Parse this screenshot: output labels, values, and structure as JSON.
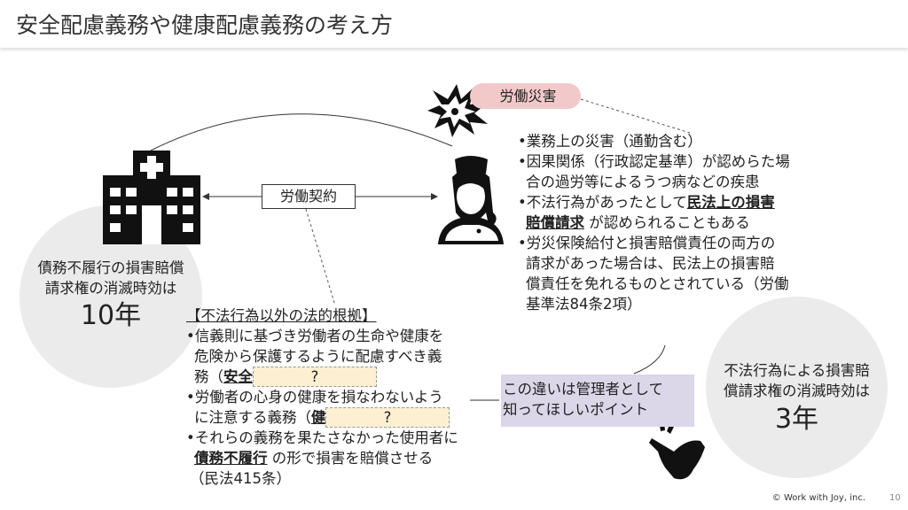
{
  "title": "安全配慮義務や健康配慮義務の考え方",
  "contract_label": "労働契約",
  "accident_label": "労働災害",
  "left_circle": {
    "line1": "債務不履行の損害賠償",
    "line2": "請求権の消滅時効は",
    "years": "10年"
  },
  "right_circle": {
    "line1": "不法行為による損害賠",
    "line2": "償請求権の消滅時効は",
    "years": "3年"
  },
  "accident_points": {
    "p1": "•業務上の災害（通勤含む）",
    "p2a": "•因果関係（行政認定基準）が認めらた場",
    "p2b": "合の過労等によるうつ病などの疾患",
    "p3a": "•不法行為があったとして",
    "p3u1": "民法上の損害",
    "p3u2": "賠償請求",
    "p3b": "が認められることもある",
    "p4a": "•労災保険給付と損害賠償責任の両方の",
    "p4b": "請求があった場合は、民法上の損害賠",
    "p4c": "償責任を免れるものとされている（労働",
    "p4d": "基準法84条2項）"
  },
  "legal_basis": {
    "heading": "【不法行為以外の法的根拠】",
    "b1a": "•信義則に基づき労働者の生命や健康を",
    "b1b": "危険から保護するように配慮すべき義",
    "b1c": "務（",
    "b1u": "安全",
    "blank1": "?",
    "b2a": "•労働者の心身の健康を損なわないよう",
    "b2b": "に注意する義務（",
    "b2u": "健康",
    "blank2": "?",
    "b3a": "•それらの義務を果たさなかった使用者に",
    "b3u": "債務不履行",
    "b3b": "の形で損害を賠償させる",
    "b3c": "（民法415条）"
  },
  "callout": {
    "line1": "この違いは管理者として",
    "line2": "知ってほしいポイント"
  },
  "footer": "© Work with Joy, inc.",
  "page_number": "10",
  "colors": {
    "accident_pill": "#f2c9c9",
    "callout_bg": "#dcd6e9",
    "blank_bg": "#fdf0d2",
    "circle": "#ebebeb"
  }
}
